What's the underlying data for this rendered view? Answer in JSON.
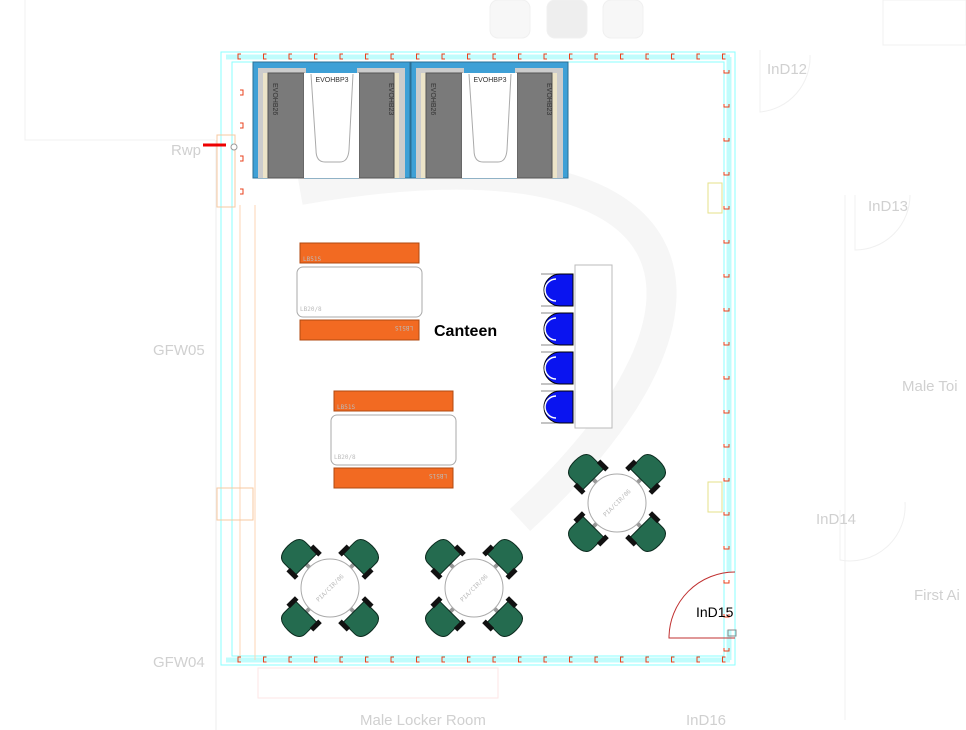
{
  "plan": {
    "room_label": "Canteen",
    "door_label": "InD15",
    "surrounding_labels": {
      "rwp": "Rwp",
      "gfw05": "GFW05",
      "gfw04": "GFW04",
      "ind12": "InD12",
      "ind13": "InD13",
      "male_toilet": "Male Toi",
      "ind14": "InD14",
      "first_aid": "First Ai",
      "male_locker": "Male Locker Room",
      "ind16": "InD16"
    },
    "kitchen_units": [
      {
        "left_label": "EVOHB26",
        "center_label": "EVOHBP3",
        "right_label": "EVOHB23"
      },
      {
        "left_label": "EVOHB26",
        "center_label": "EVOHBP3",
        "right_label": "EVOHB23"
      }
    ],
    "bench_tables": [
      {
        "table_label": "LB20/8",
        "bench_top_label": "LB51S",
        "bench_bottom_label": "LB51S"
      },
      {
        "table_label": "LB20/8",
        "bench_top_label": "LB51S",
        "bench_bottom_label": "LB51S"
      }
    ],
    "round_tables": [
      {
        "label": "PIA/CIR/06"
      },
      {
        "label": "PIA/CIR/06"
      },
      {
        "label": "PIA/CIR/06"
      }
    ],
    "counter_chairs": 4,
    "colors": {
      "wall": "#b8fbfb",
      "kitchen_blue": "#3ea0d6",
      "panel_gray": "#7a7a7a",
      "bench_orange": "#f26a22",
      "chair_blue": "#0a14f0",
      "chair_green": "#246b4f",
      "stud_red": "#e8401c"
    }
  }
}
